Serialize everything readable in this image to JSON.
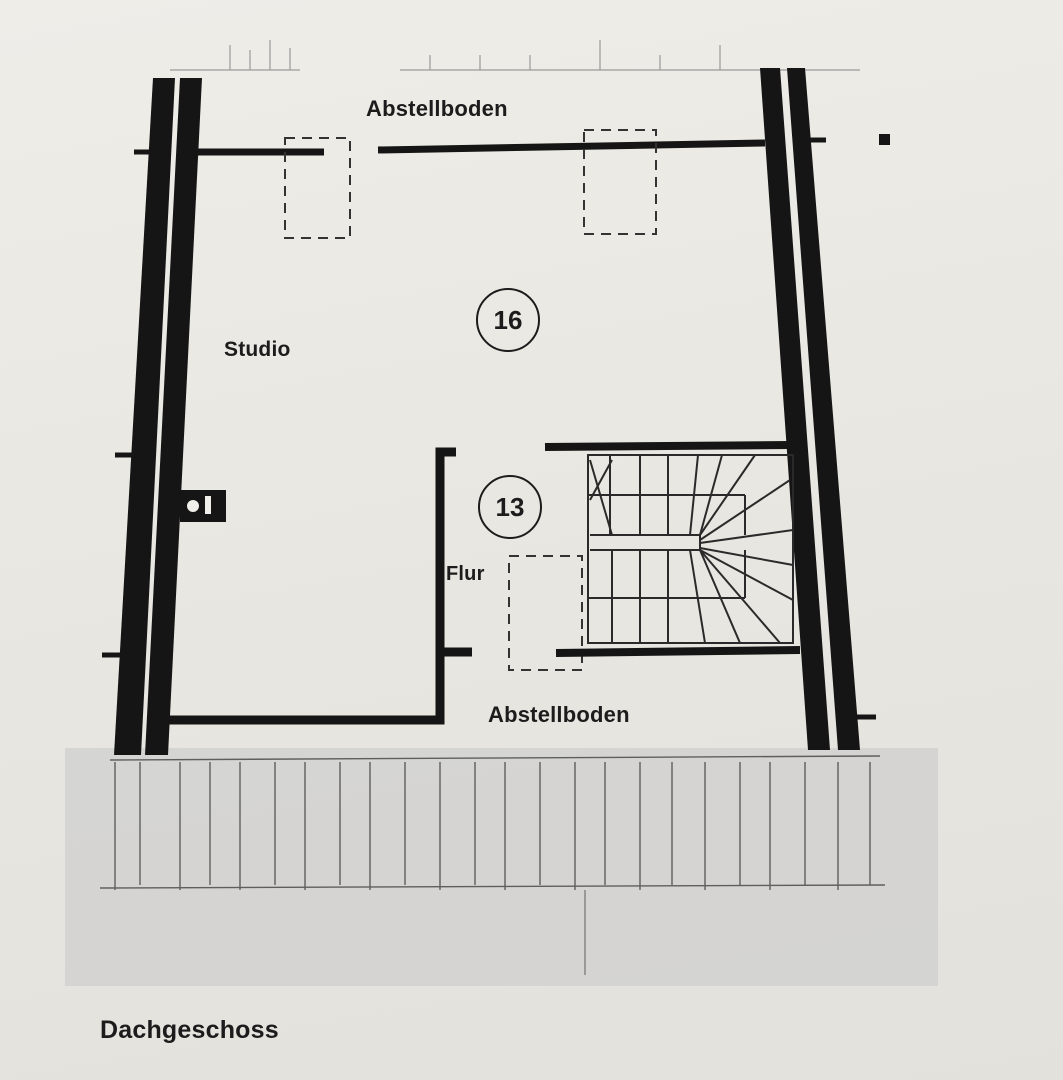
{
  "plan": {
    "title": "Dachgeschoss",
    "rooms": [
      {
        "id": "abstellboden-top",
        "label": "Abstellboden"
      },
      {
        "id": "studio",
        "label": "Studio"
      },
      {
        "id": "flur",
        "label": "Flur"
      },
      {
        "id": "abstellboden-bottom",
        "label": "Abstellboden"
      }
    ],
    "room_numbers": [
      "16",
      "13"
    ]
  }
}
